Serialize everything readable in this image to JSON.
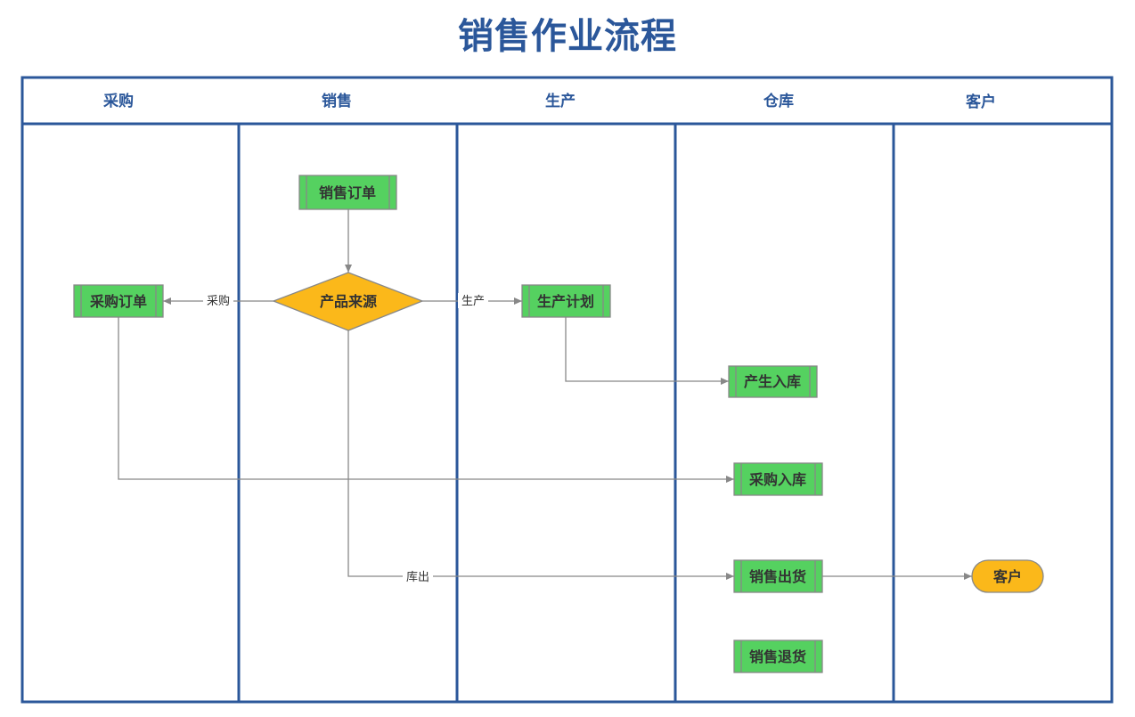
{
  "title": "销售作业流程",
  "lanes": [
    "采购",
    "销售",
    "生产",
    "仓库",
    "客户"
  ],
  "nodes": {
    "sales_order": "销售订单",
    "product_source": "产品来源",
    "purchase_order": "采购订单",
    "production_plan": "生产计划",
    "production_inbound": "产生入库",
    "purchase_inbound": "采购入库",
    "sales_shipment": "销售出货",
    "sales_return": "销售退货",
    "customer": "客户"
  },
  "edge_labels": {
    "to_purchase": "采购",
    "to_production": "生产",
    "from_stock": "库出"
  },
  "colors": {
    "frame": "#2b579a",
    "process": "#55d160",
    "decision": "#fbb81a",
    "edge": "#888888"
  }
}
